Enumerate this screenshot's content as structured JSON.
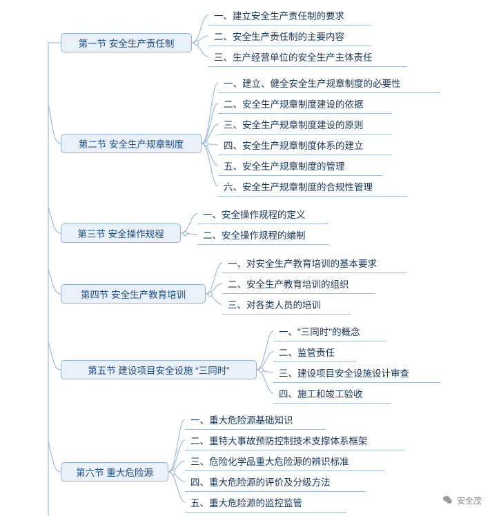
{
  "diagram": {
    "type": "mindmap",
    "title": "",
    "colors": {
      "section_fill": "#eaf1fb",
      "section_border": "#8fb3e0",
      "section_text": "#1a4a8a",
      "leaf_text": "#16355e",
      "line": "#9dbbe0"
    },
    "sections": [
      {
        "label": "第一节 安全生产责任制",
        "children": [
          "一、建立安全生产责任制的要求",
          "二、安全生产责任制的主要内容",
          "三、生产经营单位的安全生产主体责任"
        ]
      },
      {
        "label": "第二节 安全生产规章制度",
        "children": [
          "一、建立、健全安全生产规章制度的必要性",
          "二、安全生产规章制度建设的依据",
          "三、安全生产规章制度建设的原则",
          "四、安全生产规章制度体系的建立",
          "五、安全生产规章制度的管理",
          "六、安全生产规章制度的合规性管理"
        ]
      },
      {
        "label": "第三节 安全操作规程",
        "children": [
          "一、安全操作规程的定义",
          "二、安全操作规程的编制"
        ]
      },
      {
        "label": "第四节 安全生产教育培训",
        "children": [
          "一、对安全生产教育培训的基本要求",
          "二、安全生产教育培训的组织",
          "三、对各类人员的培训"
        ]
      },
      {
        "label": "第五节 建设项目安全设施 “三同时”",
        "children": [
          "一、\"三同时\"的概念",
          "二、监管责任",
          "三、建设项目安全设施设计审查",
          "四、施工和竣工验收"
        ]
      },
      {
        "label": "第六节 重大危险源",
        "children": [
          "一、重大危险源基础知识",
          "二、重特大事故预防控制技术支撑体系框架",
          "三、危险化学品重大危险源的辨识标准",
          "四、重大危险源的评价及分级方法",
          "五、重大危险源的监控监管"
        ]
      }
    ]
  },
  "watermark": {
    "label": "安全茂",
    "icon": "wechat-icon"
  }
}
